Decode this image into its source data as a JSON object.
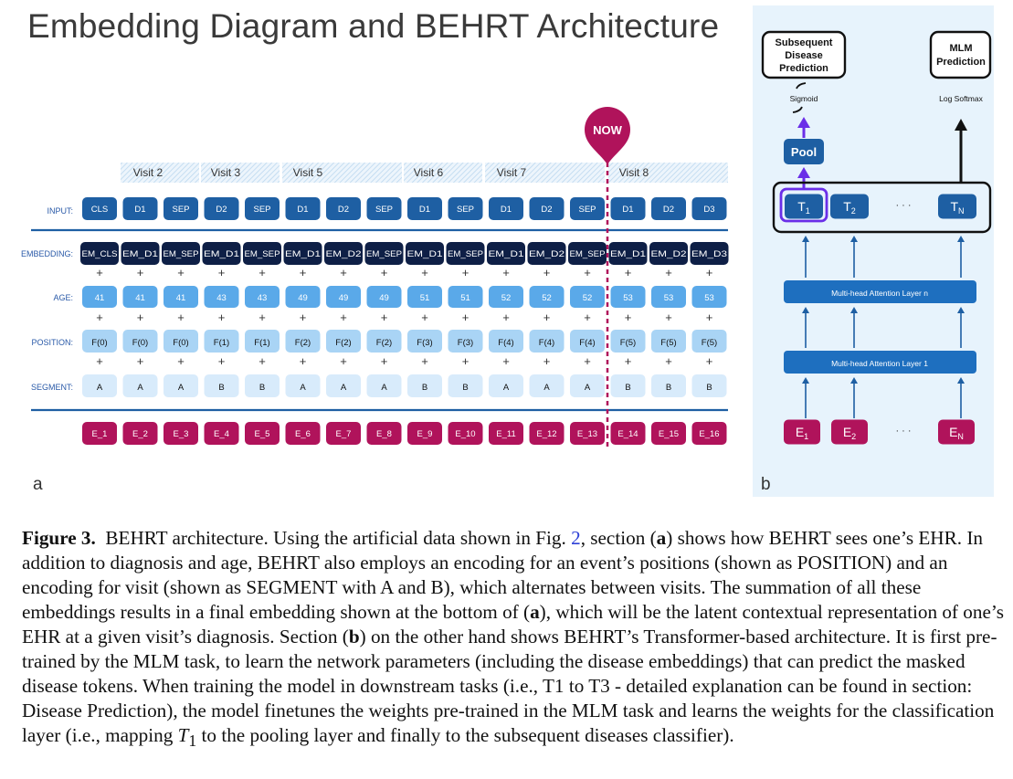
{
  "title": "Embedding Diagram and BEHRT Architecture",
  "panel_a": {
    "label": "a",
    "now_label": "NOW",
    "row_labels": {
      "input": "INPUT:",
      "embedding": "EMBEDDING:",
      "age": "AGE:",
      "position": "POSITION:",
      "segment": "SEGMENT:"
    },
    "plus": "+",
    "visits": [
      "Visit 2",
      "Visit 3",
      "Visit 5",
      "Visit 6",
      "Visit 7",
      "Visit 8"
    ],
    "columns": [
      {
        "input": "CLS",
        "embedding": "EM_CLS",
        "age": "41",
        "position": "F(0)",
        "segment": "A",
        "output": "E_1"
      },
      {
        "input": "D1",
        "embedding": "EM_D1",
        "age": "41",
        "position": "F(0)",
        "segment": "A",
        "output": "E_2"
      },
      {
        "input": "SEP",
        "embedding": "EM_SEP",
        "age": "41",
        "position": "F(0)",
        "segment": "A",
        "output": "E_3"
      },
      {
        "input": "D2",
        "embedding": "EM_D1",
        "age": "43",
        "position": "F(1)",
        "segment": "B",
        "output": "E_4"
      },
      {
        "input": "SEP",
        "embedding": "EM_SEP",
        "age": "43",
        "position": "F(1)",
        "segment": "B",
        "output": "E_5"
      },
      {
        "input": "D1",
        "embedding": "EM_D1",
        "age": "49",
        "position": "F(2)",
        "segment": "A",
        "output": "E_6"
      },
      {
        "input": "D2",
        "embedding": "EM_D2",
        "age": "49",
        "position": "F(2)",
        "segment": "A",
        "output": "E_7"
      },
      {
        "input": "SEP",
        "embedding": "EM_SEP",
        "age": "49",
        "position": "F(2)",
        "segment": "A",
        "output": "E_8"
      },
      {
        "input": "D1",
        "embedding": "EM_D1",
        "age": "51",
        "position": "F(3)",
        "segment": "B",
        "output": "E_9"
      },
      {
        "input": "SEP",
        "embedding": "EM_SEP",
        "age": "51",
        "position": "F(3)",
        "segment": "B",
        "output": "E_10"
      },
      {
        "input": "D1",
        "embedding": "EM_D1",
        "age": "52",
        "position": "F(4)",
        "segment": "A",
        "output": "E_11"
      },
      {
        "input": "D2",
        "embedding": "EM_D2",
        "age": "52",
        "position": "F(4)",
        "segment": "A",
        "output": "E_12"
      },
      {
        "input": "SEP",
        "embedding": "EM_SEP",
        "age": "52",
        "position": "F(4)",
        "segment": "A",
        "output": "E_13"
      },
      {
        "input": "D1",
        "embedding": "EM_D1",
        "age": "53",
        "position": "F(5)",
        "segment": "B",
        "output": "E_14"
      },
      {
        "input": "D2",
        "embedding": "EM_D2",
        "age": "53",
        "position": "F(5)",
        "segment": "B",
        "output": "E_15"
      },
      {
        "input": "D3",
        "embedding": "EM_D3",
        "age": "53",
        "position": "F(5)",
        "segment": "B",
        "output": "E_16"
      }
    ]
  },
  "panel_b": {
    "label": "b",
    "subsequent_box": [
      "Subsequent",
      "Disease",
      "Prediction"
    ],
    "mlm_box": [
      "MLM",
      "Prediction"
    ],
    "sigmoid": "Sigmoid",
    "log_softmax": "Log Softmax",
    "pool": "Pool",
    "tokens_top": [
      {
        "main": "T",
        "sub": "1"
      },
      {
        "main": "T",
        "sub": "2"
      },
      {
        "main": "T",
        "sub": "N"
      }
    ],
    "tokens_bottom": [
      {
        "main": "E",
        "sub": "1"
      },
      {
        "main": "E",
        "sub": "2"
      },
      {
        "main": "E",
        "sub": "N"
      }
    ],
    "ellipsis": "· · ·",
    "layer_n": "Multi-head Attention Layer n",
    "layer_1": "Multi-head Attention Layer 1"
  },
  "colors": {
    "navy": "#0e1f46",
    "mid_blue": "#1e5fa3",
    "light_blue": "#a9d4f5",
    "pale_blue": "#d8ebfb",
    "magenta": "#b0135b",
    "purple": "#6a2ee8",
    "panel_b_bg": "#e7f3fc",
    "label_blue": "#2a5aa8"
  },
  "caption": {
    "fig_label": "Figure 3.",
    "s1": "BEHRT architecture. Using the artificial data shown in Fig. ",
    "fig_ref": "2",
    "s2": ", section (",
    "a1": "a",
    "s3": ") shows how BEHRT sees one’s EHR. In addition to diagnosis and age, BEHRT also employs an encoding for an event’s positions (shown as POSITION) and an encoding for visit (shown as SEGMENT with A and B), which alternates between visits. The summation of all these embeddings results in a final embedding shown at the bottom of (",
    "a2": "a",
    "s4": "), which will be the latent contextual representation of one’s EHR at a given visit’s diagnosis. Section (",
    "b1": "b",
    "s5": ") on the other hand shows BEHRT’s Transformer-based architecture. It is first pre-trained by the MLM task, to learn the network parameters (including the disease embeddings) that can predict the masked disease tokens. When training the model in downstream tasks (i.e., T1 to T3 - detailed explanation can be found in section: Disease Prediction), the model finetunes the weights pre-trained in the MLM task and learns the weights for the classification layer (i.e., mapping ",
    "t_main": "T",
    "t_sub": "1",
    "s6": " to the pooling layer and finally to the subsequent diseases classifier)."
  }
}
